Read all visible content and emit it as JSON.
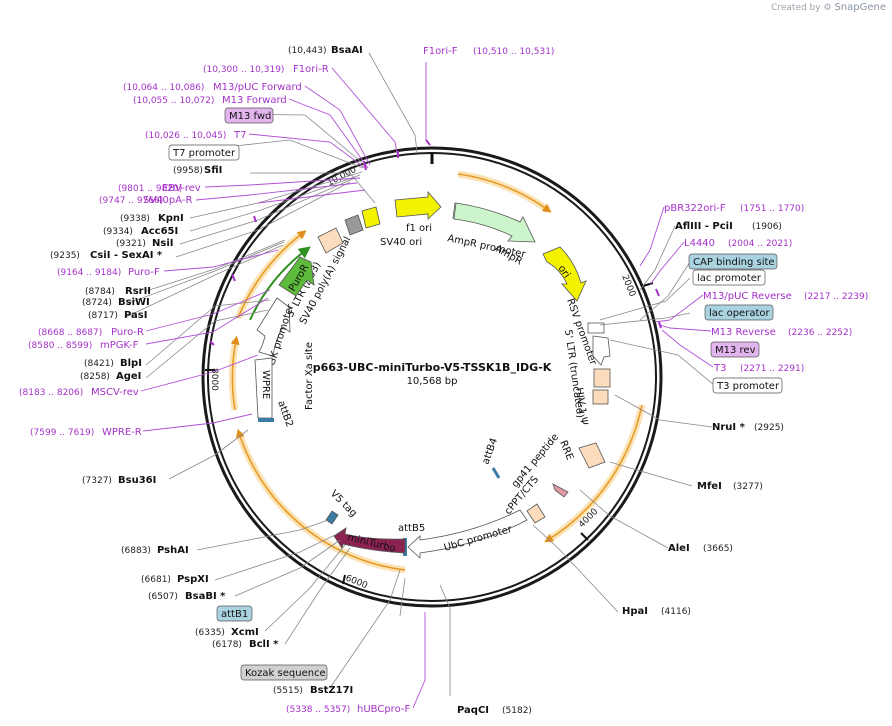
{
  "branding": {
    "created_by": "Created by",
    "brand": "SnapGene"
  },
  "plasmid": {
    "name": "p663-UBC-miniTurbo-V5-TSSK1B_IDG-K",
    "length_label": "10,568 bp"
  },
  "ticks": [
    "2000",
    "4000",
    "6000",
    "8000",
    "10,000"
  ],
  "enzymes": [
    {
      "name": "BsaAI",
      "pos": "(10,443)"
    },
    {
      "name": "SfiI",
      "pos": "(9958)"
    },
    {
      "name": "KpnI",
      "pos": "(9338)"
    },
    {
      "name": "Acc65I",
      "pos": "(9334)"
    },
    {
      "name": "NsiI",
      "pos": "(9321)"
    },
    {
      "name": "CsiI - SexAI *",
      "pos": "(9235)"
    },
    {
      "name": "RsrII",
      "pos": "(8784)"
    },
    {
      "name": "BsiWI",
      "pos": "(8724)"
    },
    {
      "name": "PasI",
      "pos": "(8717)"
    },
    {
      "name": "BlpI",
      "pos": "(8421)"
    },
    {
      "name": "AgeI",
      "pos": "(8258)"
    },
    {
      "name": "Bsu36I",
      "pos": "(7327)"
    },
    {
      "name": "PshAI",
      "pos": "(6883)"
    },
    {
      "name": "PspXI",
      "pos": "(6681)"
    },
    {
      "name": "BsaBI *",
      "pos": "(6507)"
    },
    {
      "name": "XcmI",
      "pos": "(6335)"
    },
    {
      "name": "BclI *",
      "pos": "(6178)"
    },
    {
      "name": "BstZ17I",
      "pos": "(5515)"
    },
    {
      "name": "PaqCI",
      "pos": "(5182)"
    },
    {
      "name": "HpaI",
      "pos": "(4116)"
    },
    {
      "name": "AleI",
      "pos": "(3665)"
    },
    {
      "name": "MfeI",
      "pos": "(3277)"
    },
    {
      "name": "NruI *",
      "pos": "(2925)"
    },
    {
      "name": "AflIII - PciI",
      "pos": "(1906)"
    }
  ],
  "primers": [
    {
      "name": "F1ori-F",
      "range": "(10,510 .. 10,531)"
    },
    {
      "name": "F1ori-R",
      "range": "(10,300 .. 10,319)"
    },
    {
      "name": "M13/pUC Forward",
      "range": "(10,064 .. 10,086)"
    },
    {
      "name": "M13 Forward",
      "range": "(10,055 .. 10,072)"
    },
    {
      "name": "T7",
      "range": "(10,026 .. 10,045)"
    },
    {
      "name": "EBV-rev",
      "range": "(9801 .. 9820)"
    },
    {
      "name": "SV40pA-R",
      "range": "(9747 .. 9766)"
    },
    {
      "name": "Puro-F",
      "range": "(9164 .. 9184)"
    },
    {
      "name": "Puro-R",
      "range": "(8668 .. 8687)"
    },
    {
      "name": "mPGK-F",
      "range": "(8580 .. 8599)"
    },
    {
      "name": "MSCV-rev",
      "range": "(8183 .. 8206)"
    },
    {
      "name": "WPRE-R",
      "range": "(7599 .. 7619)"
    },
    {
      "name": "hUBCpro-F",
      "range": "(5338 .. 5357)"
    },
    {
      "name": "pBR322ori-F",
      "range": "(1751 .. 1770)"
    },
    {
      "name": "L4440",
      "range": "(2004 .. 2021)"
    },
    {
      "name": "M13/pUC Reverse",
      "range": "(2217 .. 2239)"
    },
    {
      "name": "M13 Reverse",
      "range": "(2236 .. 2252)"
    },
    {
      "name": "T3",
      "range": "(2271 .. 2291)"
    }
  ],
  "boxed_features": {
    "m13_fwd": "M13 fwd",
    "t7_promoter": "T7 promoter",
    "cap_site": "CAP binding site",
    "lac_promoter": "lac promoter",
    "lac_operator": "lac operator",
    "m13_rev": "M13 rev",
    "t3_promoter": "T3 promoter",
    "attb1": "attB1",
    "kozak": "Kozak sequence"
  },
  "features": {
    "f1_ori": "f1 ori",
    "ampr": "AmpR",
    "ampr_promoter": "AmpR promoter",
    "ori": "ori",
    "sv40_ori": "SV40 ori",
    "sv40_polya": "SV40 poly(A) signal",
    "ltr_du3": "3' LTR (ΔU3)",
    "puror": "PuroR",
    "pgk_promoter": "PGK promoter",
    "wpre": "WPRE",
    "factor_xa": "Factor Xa site",
    "attb2": "attB2",
    "rsv_promoter": "RSV promoter",
    "ltr5": "5' LTR (truncated)",
    "hiv_psi": "HIV-1 Ψ",
    "rre": "RRE",
    "gp41": "gp41 peptide",
    "cppt": "cPPT/CTS",
    "attb4": "attB4",
    "ubc_promoter": "UbC promoter",
    "attb5": "attB5",
    "miniturbo": "miniTurbo",
    "v5_tag": "V5 tag"
  },
  "colors": {
    "backbone": "#1a1a1a",
    "primer": "#a531c9",
    "ori": "#f3f300",
    "ampr": "#ccf5cc",
    "puror": "#5dba3b",
    "ltr": "#fcdcbc",
    "miniturbo": "#8b2252",
    "orf_outline": "#f0a830",
    "box_blue": "#a9d3e0",
    "box_purple": "#e2b5ee",
    "box_gray": "#d0d0d0"
  }
}
